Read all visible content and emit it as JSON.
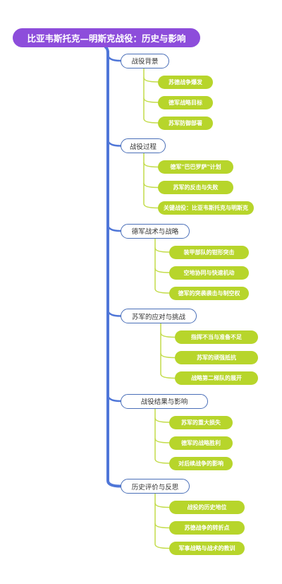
{
  "title": "比亚韦斯托克—明斯克战役：历史与影响",
  "colors": {
    "root_fill": "#8d4ddb",
    "trunk": "#4f76d8",
    "branch_border": "#4a6fb8",
    "leaf_fill": "#b7d52b",
    "leaf_connector": "#c3dc4a"
  },
  "branches": [
    {
      "label": "战役背景",
      "children": [
        "苏德战争爆发",
        "德军战略目标",
        "苏军防御部署"
      ]
    },
    {
      "label": "战役过程",
      "children": [
        "德军\"巴巴罗萨\"计划",
        "苏军的反击与失败",
        "关键战役：比亚韦斯托克与明斯克"
      ]
    },
    {
      "label": "德军战术与战略",
      "children": [
        "装甲部队的钳形突击",
        "空地协同与快速机动",
        "德军的突袭袭击与制空权"
      ]
    },
    {
      "label": "苏军的应对与挑战",
      "children": [
        "指挥不当与准备不足",
        "苏军的顽强抵抗",
        "战略第二梯队的展开"
      ]
    },
    {
      "label": "战役结果与影响",
      "children": [
        "苏军的重大损失",
        "德军的战略胜利",
        "对后续战争的影响"
      ]
    },
    {
      "label": "历史评价与反思",
      "children": [
        "战役的历史地位",
        "苏德战争的转折点",
        "军事战略与战术的教训"
      ]
    }
  ]
}
